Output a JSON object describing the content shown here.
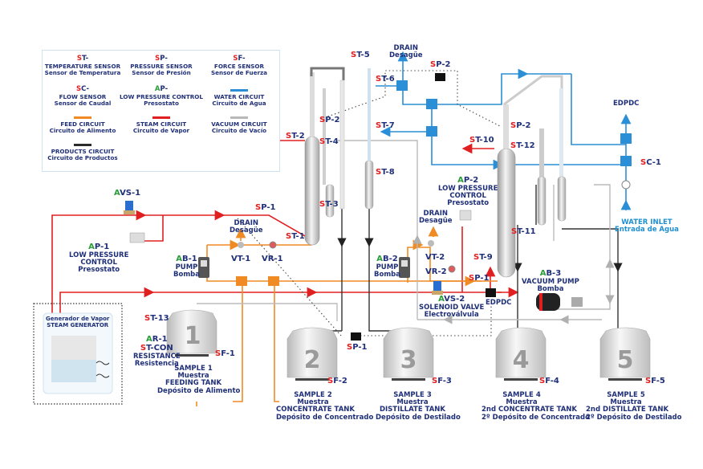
{
  "colors": {
    "water": "#2a8fd6",
    "steam": "#e02020",
    "feed": "#f08a24",
    "vacuum": "#b8b8b8",
    "products": "#2b2b2b",
    "label_navy": "#1f2f78",
    "code_red": "#e02020",
    "code_green": "#2a9d3a"
  },
  "legend": {
    "items": [
      {
        "code_prefix": "S",
        "code_rest": "T-",
        "title": "TEMPERATURE SENSOR",
        "subtitle": "Sensor de Temperatura"
      },
      {
        "code_prefix": "S",
        "code_rest": "P-",
        "title": "PRESSURE SENSOR",
        "subtitle": "Sensor de Presión"
      },
      {
        "code_prefix": "S",
        "code_rest": "F-",
        "title": "FORCE SENSOR",
        "subtitle": "Sensor de Fuerza"
      },
      {
        "code_prefix": "S",
        "code_rest": "C-",
        "title": "FLOW SENSOR",
        "subtitle": "Sensor de Caudal"
      },
      {
        "code_prefix": "A",
        "code_rest": "P-",
        "title": "LOW PRESSURE CONTROL",
        "subtitle": "Presostato"
      },
      {
        "line": "water",
        "title": "WATER CIRCUIT",
        "subtitle": "Circuito de Agua"
      },
      {
        "line": "feed",
        "title": "FEED CIRCUIT",
        "subtitle": "Circuito de Alimento"
      },
      {
        "line": "steam",
        "title": "STEAM CIRCUIT",
        "subtitle": "Circuito de Vapor"
      },
      {
        "line": "vacuum",
        "title": "VACUUM CIRCUIT",
        "subtitle": "Circuito de Vacío"
      },
      {
        "line": "products",
        "title": "PRODUCTS CIRCUIT",
        "subtitle": "Circuito de Productos"
      }
    ]
  },
  "components": {
    "avs1": {
      "prefix": "A",
      "rest": "VS-1"
    },
    "ap1": {
      "prefix": "A",
      "rest": "P-1",
      "line1": "LOW PRESSURE",
      "line2": "CONTROL",
      "line3": "Presostato"
    },
    "ab1": {
      "prefix": "A",
      "rest": "B-1",
      "line1": "PUMP",
      "line2": "Bomba"
    },
    "ab2": {
      "prefix": "A",
      "rest": "B-2",
      "line1": "PUMP",
      "line2": "Bomba"
    },
    "ab3": {
      "prefix": "A",
      "rest": "B-3",
      "line1": "VACUUM PUMP",
      "line2": "Bomba"
    },
    "ap2": {
      "prefix": "A",
      "rest": "P-2",
      "line1": "LOW PRESSURE",
      "line2": "CONTROL",
      "line3": "Presostato"
    },
    "avs2": {
      "prefix": "A",
      "rest": "VS-2",
      "line1": "SOLENOID VALVE",
      "line2": "Electroválvula"
    },
    "ar1": {
      "prefix": "A",
      "rest": "R-1"
    },
    "stcon": {
      "prefix": "S",
      "rest": "T-CON",
      "line1": "RESISTANCE",
      "line2": "Resistencia"
    },
    "vt1": "VT-1",
    "vr1": "VR-1",
    "vt2": "VT-2",
    "vr2": "VR-2",
    "edpdc_a": "EDPDC",
    "edpdc_b": "EDPDC",
    "drain": {
      "line1": "DRAIN",
      "line2": "Desagüe"
    },
    "water_inlet": {
      "line1": "WATER INLET",
      "line2": "Entrada de Agua"
    },
    "steam_generator": {
      "line1": "Generador de Vapor",
      "line2": "STEAM GENERATOR"
    }
  },
  "sensors": {
    "st1": "T-1",
    "st2": "T-2",
    "st3": "T-3",
    "st4": "T-4",
    "st5": "T-5",
    "st6": "T-6",
    "st7": "T-7",
    "st8": "T-8",
    "st9": "T-9",
    "st10": "T-10",
    "st11": "T-11",
    "st12": "T-12",
    "st13": "T-13",
    "sp1": "P-1",
    "sp2": "P-2",
    "sf1": "F-1",
    "sf2": "F-2",
    "sf3": "F-3",
    "sf4": "F-4",
    "sf5": "F-5",
    "sc1": "C-1",
    "prefix": "S"
  },
  "tanks": [
    {
      "number": "1",
      "line1": "SAMPLE 1",
      "line2": "Muestra",
      "line3": "FEEDING TANK",
      "line4": "Depósito de Alimento"
    },
    {
      "number": "2",
      "line1": "SAMPLE 2",
      "line2": "Muestra",
      "line3": "CONCENTRATE TANK",
      "line4": "Depósito de Concentrado"
    },
    {
      "number": "3",
      "line1": "SAMPLE 3",
      "line2": "Muestra",
      "line3": "DISTILLATE TANK",
      "line4": "Depósito de Destilado"
    },
    {
      "number": "4",
      "line1": "SAMPLE 4",
      "line2": "Muestra",
      "line3": "2nd CONCENTRATE TANK",
      "line4": "2º Depósito de Concentrado"
    },
    {
      "number": "5",
      "line1": "SAMPLE 5",
      "line2": "Muestra",
      "line3": "2nd DISTILLATE TANK",
      "line4": "2º Depósito de Destilado"
    }
  ]
}
